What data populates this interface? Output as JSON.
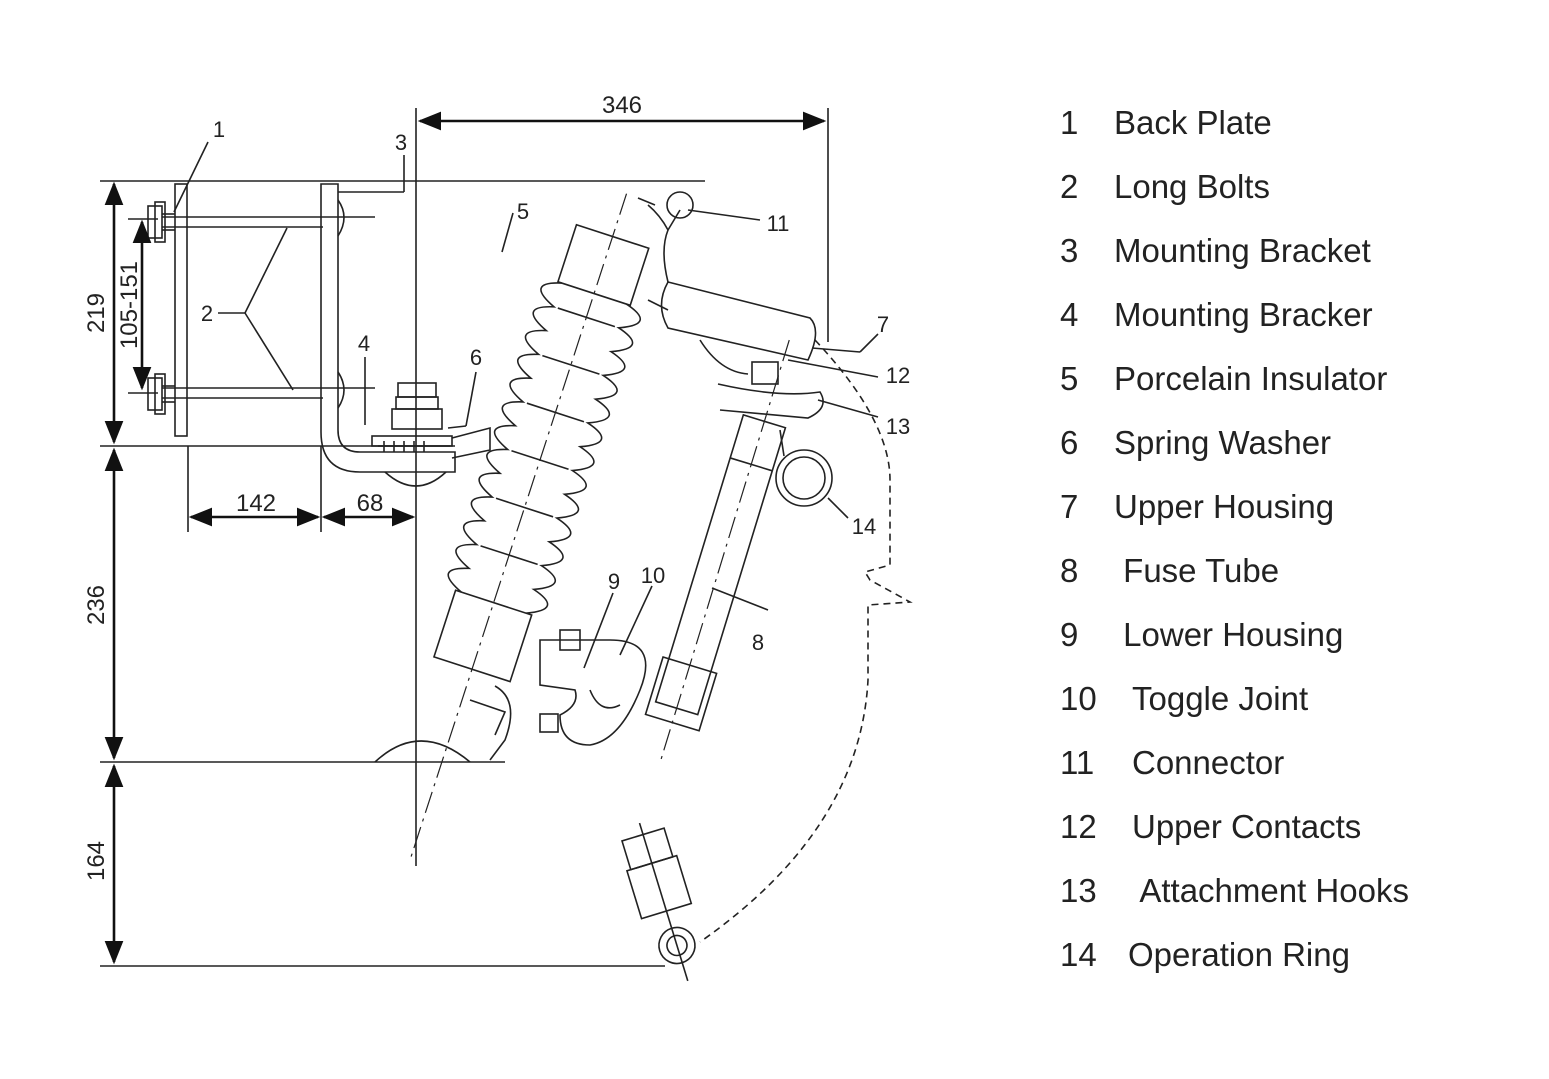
{
  "dimensions": {
    "width_346": "346",
    "height_219": "219",
    "spacing_105_151": "105-151",
    "width_142": "142",
    "width_68": "68",
    "height_236": "236",
    "height_164": "164"
  },
  "callouts": [
    "1",
    "2",
    "3",
    "4",
    "5",
    "6",
    "7",
    "8",
    "9",
    "10",
    "11",
    "12",
    "13",
    "14"
  ],
  "legend": [
    {
      "num": "1",
      "name": "Back Plate"
    },
    {
      "num": "2",
      "name": "Long Bolts"
    },
    {
      "num": "3",
      "name": "Mounting Bracket"
    },
    {
      "num": "4",
      "name": "Mounting Bracker"
    },
    {
      "num": "5",
      "name": "Porcelain Insulator"
    },
    {
      "num": "6",
      "name": "Spring Washer"
    },
    {
      "num": "7",
      "name": "Upper Housing"
    },
    {
      "num": "8",
      "name": " Fuse Tube"
    },
    {
      "num": "9",
      "name": " Lower Housing"
    },
    {
      "num": "10",
      "name": "Toggle Joint"
    },
    {
      "num": "11",
      "name": "Connector"
    },
    {
      "num": "12",
      "name": "Upper Contacts"
    },
    {
      "num": "13",
      "name": " Attachment Hooks"
    },
    {
      "num": "14",
      "name": "Operation Ring"
    }
  ]
}
